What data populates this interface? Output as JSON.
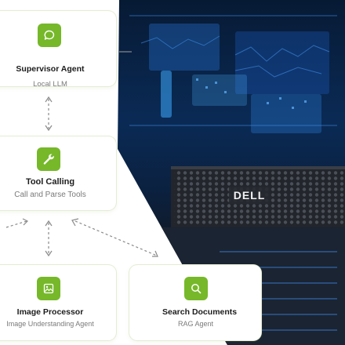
{
  "photo": {
    "brand": "DELL"
  },
  "nodes": {
    "supervisor": {
      "title": "Supervisor Agent",
      "subtitle": "Local LLM",
      "icon": "chat-bubble-icon"
    },
    "tool": {
      "title": "Tool Calling",
      "subtitle": "Call and Parse Tools",
      "icon": "wrench-icon"
    },
    "image": {
      "title": "Image Processor",
      "subtitle": "Image Understanding Agent",
      "icon": "image-icon"
    },
    "search": {
      "title": "Search Documents",
      "subtitle": "RAG Agent",
      "icon": "search-icon"
    }
  },
  "colors": {
    "accent": "#76b82a",
    "card_border": "#e4ecd3",
    "connector": "#8a8a8a",
    "photo_bg": "#0a2a55"
  }
}
